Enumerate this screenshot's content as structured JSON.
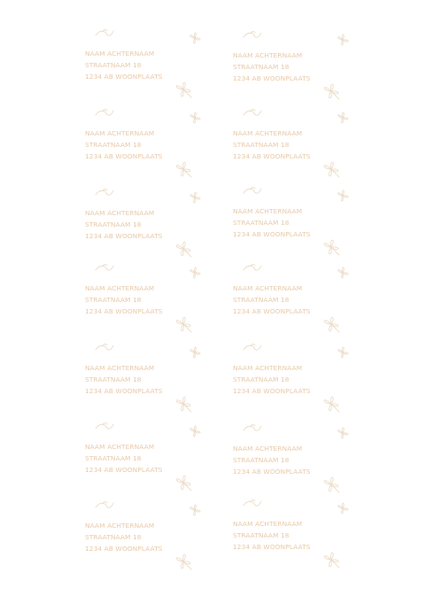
{
  "accent_color": "#e8c9a8",
  "ornament_color": "#ecdcc8",
  "labels": [
    {
      "name": "NAAM ACHTERNAAM",
      "street": "STRAATNAAM 18",
      "city": "1234 AB WOONPLAATS"
    },
    {
      "name": "NAAM ACHTERNAAM",
      "street": "STRAATNAAM 18",
      "city": "1234 AB WOONPLAATS"
    },
    {
      "name": "NAAM ACHTERNAAM",
      "street": "STRAATNAAM 18",
      "city": "1234 AB WOONPLAATS"
    },
    {
      "name": "NAAM ACHTERNAAM",
      "street": "STRAATNAAM 18",
      "city": "1234 AB WOONPLAATS"
    },
    {
      "name": "NAAM ACHTERNAAM",
      "street": "STRAATNAAM 18",
      "city": "1234 AB WOONPLAATS"
    },
    {
      "name": "NAAM ACHTERNAAM",
      "street": "STRAATNAAM 18",
      "city": "1234 AB WOONPLAATS"
    },
    {
      "name": "NAAM ACHTERNAAM",
      "street": "STRAATNAAM 18",
      "city": "1234 AB WOONPLAATS"
    },
    {
      "name": "NAAM ACHTERNAAM",
      "street": "STRAATNAAM 18",
      "city": "1234 AB WOONPLAATS"
    },
    {
      "name": "NAAM ACHTERNAAM",
      "street": "STRAATNAAM 18",
      "city": "1234 AB WOONPLAATS"
    },
    {
      "name": "NAAM ACHTERNAAM",
      "street": "STRAATNAAM 18",
      "city": "1234 AB WOONPLAATS"
    },
    {
      "name": "NAAM ACHTERNAAM",
      "street": "STRAATNAAM 18",
      "city": "1234 AB WOONPLAATS"
    },
    {
      "name": "NAAM ACHTERNAAM",
      "street": "STRAATNAAM 18",
      "city": "1234 AB WOONPLAATS"
    },
    {
      "name": "NAAM ACHTERNAAM",
      "street": "STRAATNAAM 18",
      "city": "1234 AB WOONPLAATS"
    },
    {
      "name": "NAAM ACHTERNAAM",
      "street": "STRAATNAAM 18",
      "city": "1234 AB WOONPLAATS"
    }
  ]
}
